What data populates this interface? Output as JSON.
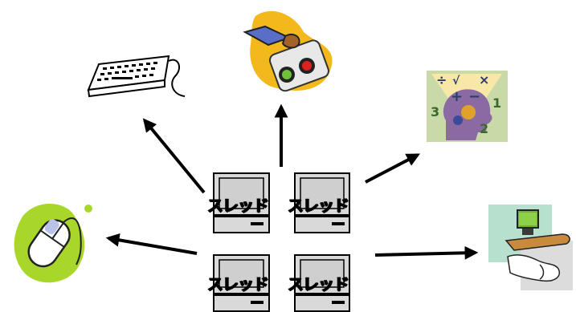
{
  "threads": [
    {
      "label": "スレッド"
    },
    {
      "label": "スレッド"
    },
    {
      "label": "スレッド"
    },
    {
      "label": "スレッド"
    }
  ],
  "icons": {
    "keyboard": "keyboard-icon",
    "paint": "paint-palette-icon",
    "calculation": "math-head-icon",
    "mouse": "mouse-icon",
    "network": "hand-monitor-icon"
  },
  "colors": {
    "arrow": "#000000",
    "computer_body": "#d9d9d9",
    "computer_screen": "#cfcfcf",
    "paint_bg": "#f2b81c",
    "math_bg": "#c9d9a8",
    "mouse_bg": "#a8d62b",
    "network_bg": "#b8e0cf"
  }
}
